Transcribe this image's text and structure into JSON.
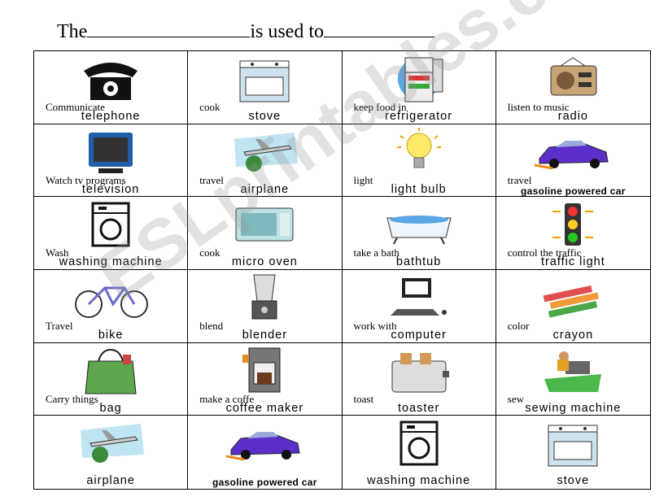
{
  "header": {
    "part1": "The",
    "part2": "is used to"
  },
  "watermark": "ESLprintables.com",
  "cells": [
    {
      "use": "Communicate",
      "name": "telephone",
      "icon": "telephone-icon"
    },
    {
      "use": "cook",
      "name": "stove",
      "icon": "stove-icon"
    },
    {
      "use": "keep food in",
      "name": "refrigerator",
      "icon": "refrigerator-icon"
    },
    {
      "use": "listen to  music",
      "name": "radio",
      "icon": "radio-icon"
    },
    {
      "use": "Watch tv programs",
      "name": "television",
      "icon": "television-icon"
    },
    {
      "use": "travel",
      "name": "airplane",
      "icon": "airplane-icon"
    },
    {
      "use": "light",
      "name": "light bulb",
      "icon": "light-bulb-icon"
    },
    {
      "use": "travel",
      "name": "gasoline powered car",
      "icon": "car-icon"
    },
    {
      "use": "Wash",
      "name": "washing machine",
      "icon": "washing-machine-icon"
    },
    {
      "use": "cook",
      "name": "micro oven",
      "icon": "microwave-icon"
    },
    {
      "use": "take a bath",
      "name": "bathtub",
      "icon": "bathtub-icon"
    },
    {
      "use": "control the traffic",
      "name": "traffic light",
      "icon": "traffic-light-icon"
    },
    {
      "use": "Travel",
      "name": "bike",
      "icon": "bike-icon"
    },
    {
      "use": "blend",
      "name": "blender",
      "icon": "blender-icon"
    },
    {
      "use": "work with",
      "name": "computer",
      "icon": "computer-icon"
    },
    {
      "use": "color",
      "name": "crayon",
      "icon": "crayon-icon"
    },
    {
      "use": "Carry things",
      "name": "bag",
      "icon": "bag-icon"
    },
    {
      "use": "make a coffe",
      "name": "coffee maker",
      "icon": "coffee-maker-icon"
    },
    {
      "use": "toast",
      "name": "toaster",
      "icon": "toaster-icon"
    },
    {
      "use": "sew",
      "name": "sewing machine",
      "icon": "sewing-machine-icon"
    },
    {
      "use": "",
      "name": "airplane",
      "icon": "airplane-icon"
    },
    {
      "use": "",
      "name": "gasoline powered car",
      "icon": "car-icon"
    },
    {
      "use": "",
      "name": "washing machine",
      "icon": "washing-machine-icon"
    },
    {
      "use": "",
      "name": "stove",
      "icon": "stove-icon"
    }
  ]
}
